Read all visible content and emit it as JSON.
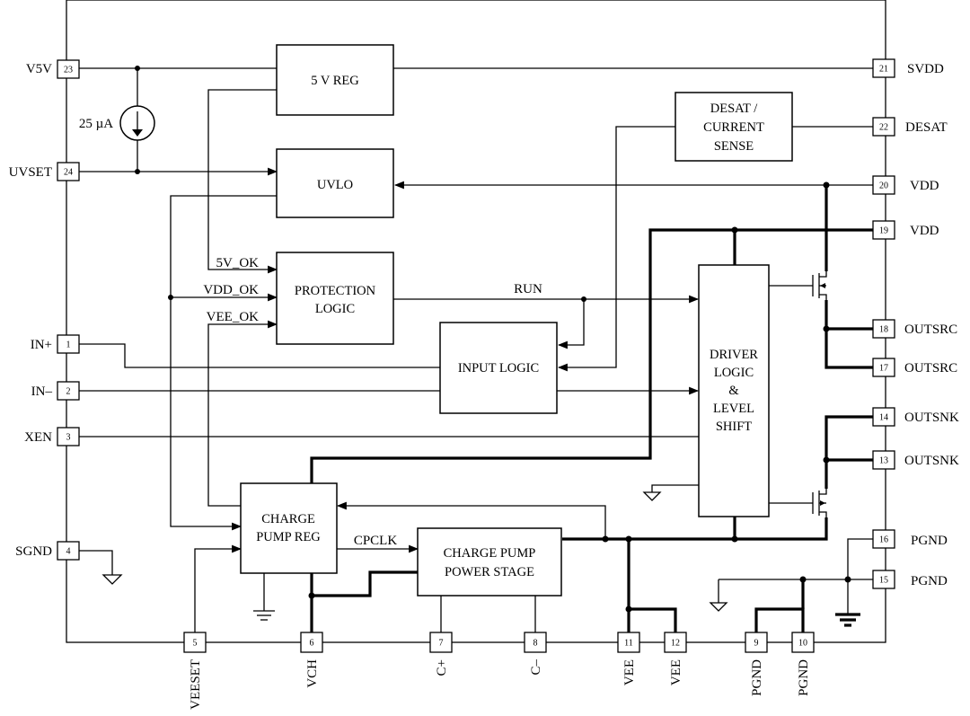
{
  "diagram": {
    "blocks": {
      "reg5v": "5 V REG",
      "uvlo": "UVLO",
      "prot1": "PROTECTION",
      "prot2": "LOGIC",
      "input": "INPUT LOGIC",
      "desat1": "DESAT /",
      "desat2": "CURRENT",
      "desat3": "SENSE",
      "drv1": "DRIVER",
      "drv2": "LOGIC",
      "drv3": "&",
      "drv4": "LEVEL",
      "drv5": "SHIFT",
      "cpreg1": "CHARGE",
      "cpreg2": "PUMP REG",
      "cpps1": "CHARGE PUMP",
      "cpps2": "POWER STAGE"
    },
    "signals": {
      "ok5v": "5V_OK",
      "okvdd": "VDD_OK",
      "okvee": "VEE_OK",
      "run": "RUN",
      "cpclk": "CPCLK",
      "current": "25 µA"
    },
    "pins_left": {
      "p23": {
        "name": "V5V",
        "num": "23"
      },
      "p24": {
        "name": "UVSET",
        "num": "24"
      },
      "p1": {
        "name": "IN+",
        "num": "1"
      },
      "p2": {
        "name": "IN–",
        "num": "2"
      },
      "p3": {
        "name": "XEN",
        "num": "3"
      },
      "p4": {
        "name": "SGND",
        "num": "4"
      }
    },
    "pins_right": {
      "p21": {
        "name": "SVDD",
        "num": "21"
      },
      "p22": {
        "name": "DESAT",
        "num": "22"
      },
      "p20": {
        "name": "VDD",
        "num": "20"
      },
      "p19": {
        "name": "VDD",
        "num": "19"
      },
      "p18": {
        "name": "OUTSRC",
        "num": "18"
      },
      "p17": {
        "name": "OUTSRC",
        "num": "17"
      },
      "p14": {
        "name": "OUTSNK",
        "num": "14"
      },
      "p13": {
        "name": "OUTSNK",
        "num": "13"
      },
      "p16": {
        "name": "PGND",
        "num": "16"
      },
      "p15": {
        "name": "PGND",
        "num": "15"
      }
    },
    "pins_bottom": {
      "p5": {
        "name": "VEESET",
        "num": "5"
      },
      "p6": {
        "name": "VCH",
        "num": "6"
      },
      "p7": {
        "name": "C+",
        "num": "7"
      },
      "p8": {
        "name": "C–",
        "num": "8"
      },
      "p11": {
        "name": "VEE",
        "num": "11"
      },
      "p12": {
        "name": "VEE",
        "num": "12"
      },
      "p9": {
        "name": "PGND",
        "num": "9"
      },
      "p10": {
        "name": "PGND",
        "num": "10"
      }
    }
  }
}
